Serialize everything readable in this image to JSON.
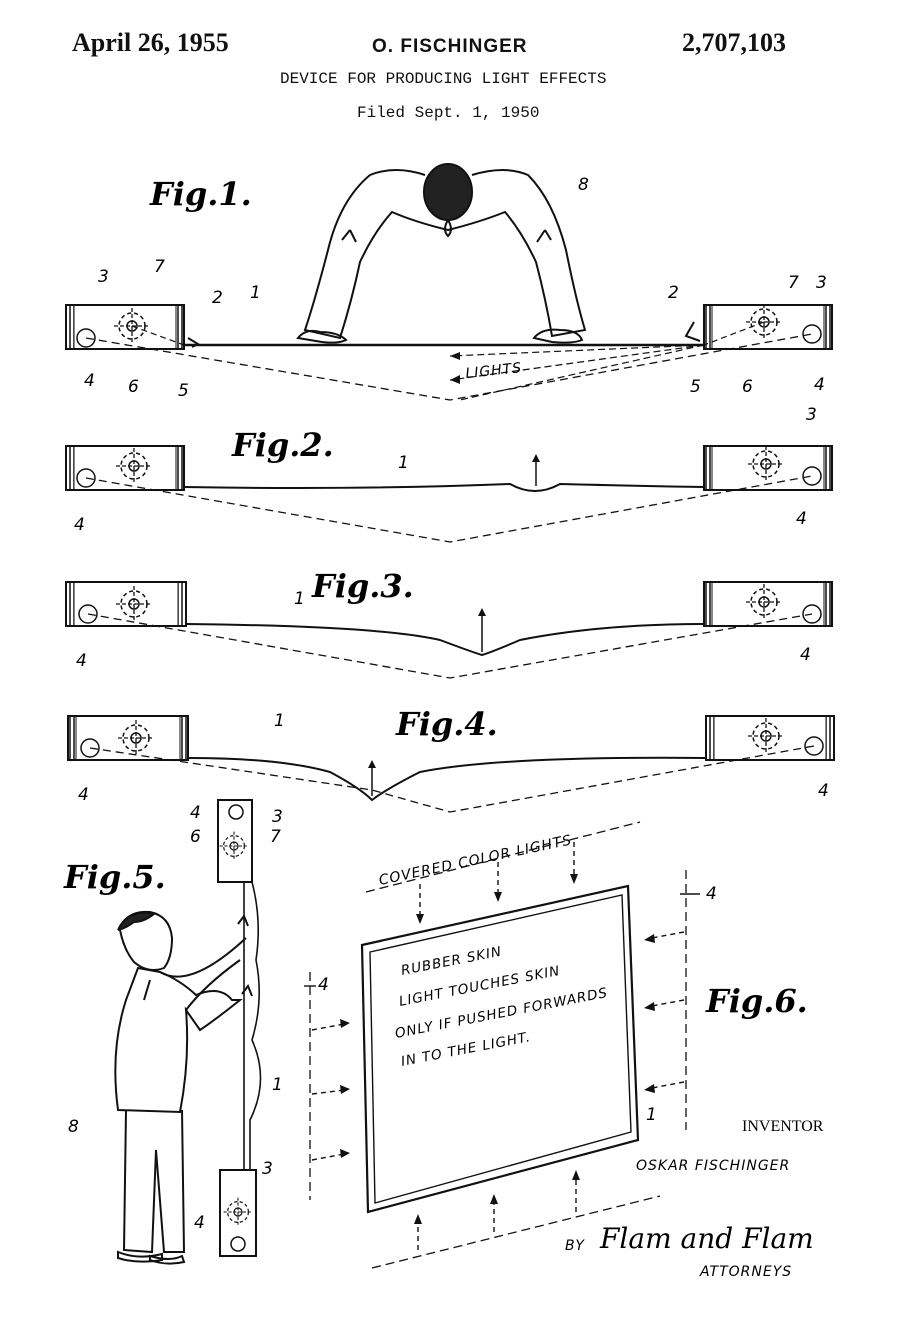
{
  "header": {
    "date": "April 26, 1955",
    "inventor": "O. FISCHINGER",
    "patent_number": "2,707,103",
    "title": "DEVICE FOR PRODUCING LIGHT EFFECTS",
    "filed": "Filed Sept. 1, 1950"
  },
  "figures": {
    "fig1": "Fig.1.",
    "fig2": "Fig.2.",
    "fig3": "Fig.3.",
    "fig4": "Fig.4.",
    "fig5": "Fig.5.",
    "fig6": "Fig.6."
  },
  "reference_numerals": {
    "skin": "1",
    "edge": "2",
    "housing": "3",
    "roller": "4",
    "slot": "5",
    "lamp": "6",
    "lamp_alt": "7",
    "person": "8"
  },
  "labels": {
    "lights": "LIGHTS",
    "covered_color_lights": "COVERED COLOR LIGHTS",
    "box_line1": "RUBBER SKIN",
    "box_line2": "LIGHT TOUCHES SKIN",
    "box_line3": "ONLY IF PUSHED FORWARDS",
    "box_line4": "IN TO THE LIGHT."
  },
  "signature": {
    "inventor_label": "INVENTOR",
    "inventor_name": "OSKAR FISCHINGER",
    "by": "BY",
    "attorneys_signature": "Flam and Flam",
    "attorneys_label": "ATTORNEYS"
  }
}
